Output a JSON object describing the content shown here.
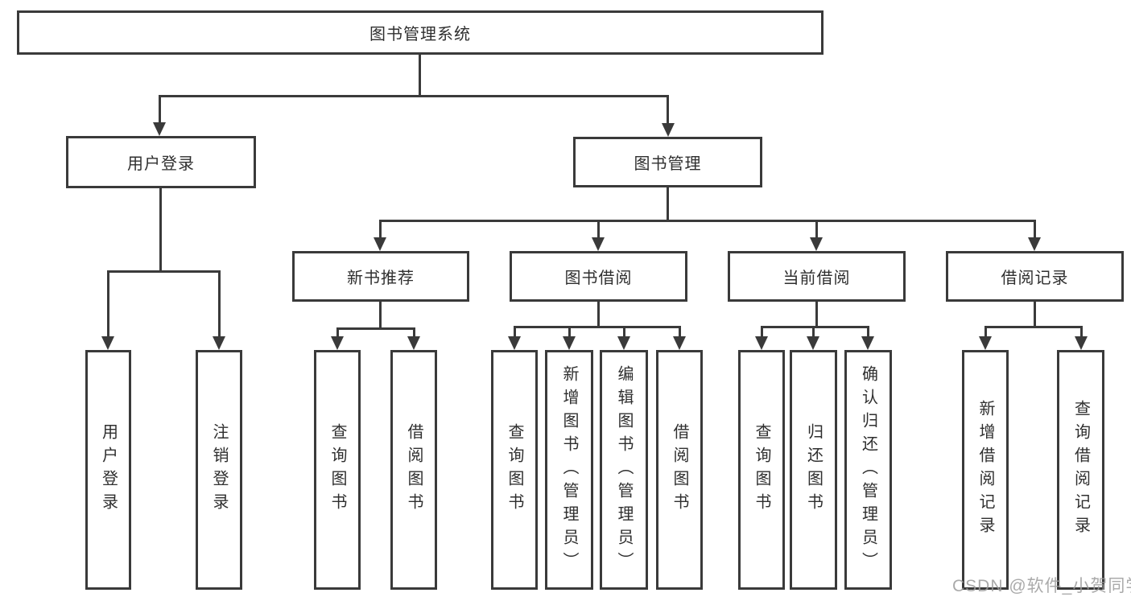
{
  "diagram": {
    "type": "tree",
    "root": {
      "label": "图书管理系统"
    },
    "branches": [
      {
        "label": "用户登录",
        "children": [
          {
            "label": "用户登录"
          },
          {
            "label": "注销登录"
          }
        ]
      },
      {
        "label": "图书管理",
        "children": [
          {
            "label": "新书推荐",
            "children": [
              {
                "label": "查询图书"
              },
              {
                "label": "借阅图书"
              }
            ]
          },
          {
            "label": "图书借阅",
            "children": [
              {
                "label": "查询图书"
              },
              {
                "label": "新增图书（管理员）"
              },
              {
                "label": "编辑图书（管理员）"
              },
              {
                "label": "借阅图书"
              }
            ]
          },
          {
            "label": "当前借阅",
            "children": [
              {
                "label": "查询图书"
              },
              {
                "label": "归还图书"
              },
              {
                "label": "确认归还（管理员）"
              }
            ]
          },
          {
            "label": "借阅记录",
            "children": [
              {
                "label": "新增借阅记录"
              },
              {
                "label": "查询借阅记录"
              }
            ]
          }
        ]
      }
    ]
  },
  "watermark": {
    "text": "CSDN @软件_小贺同学"
  },
  "colors": {
    "line": "#3a3a3a",
    "text": "#2f2f2f",
    "watermark": "#9c9c9c",
    "background": "#ffffff"
  }
}
